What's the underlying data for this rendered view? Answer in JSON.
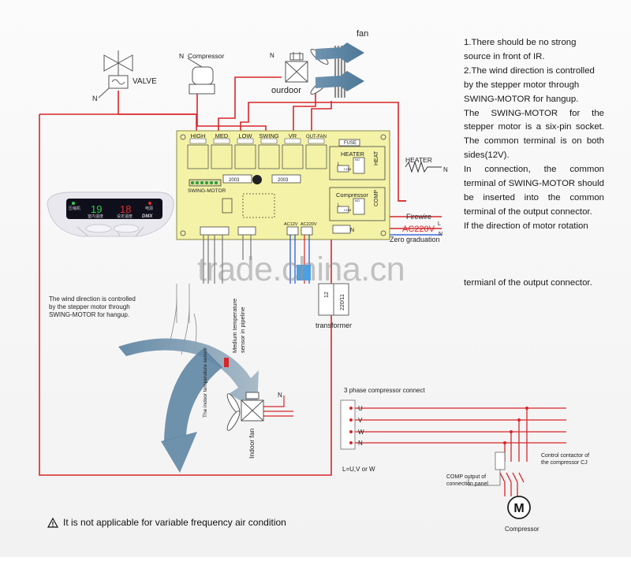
{
  "labels": {
    "fan": "fan",
    "compressor_top": "Compressor",
    "valve": "VALVE",
    "outdoor": "ourdoor",
    "n": "N",
    "heater": "HEATER",
    "firewire": "Firewire",
    "l": "L",
    "ac220v": "AC220V",
    "zero_graduation": "Zero graduation",
    "transformer": "transformer",
    "tr_12": "12",
    "tr_220": "220/11",
    "indoor_fan": "Indoor fan",
    "indoor_sensor": "The indoor temperature sensor",
    "pipeline_sensor_1": "Medium temperature",
    "pipeline_sensor_2": "sensor in pipeline",
    "wind_note_1": "The wind direction is controlled",
    "wind_note_2": "by the stepper motor through",
    "wind_note_3": "SWING-MOTOR for hangup.",
    "three_phase_title": "3 phase compressor connect",
    "u": "U",
    "v": "V",
    "w": "W",
    "l_uvw": "L=U,V or W",
    "contactor_1": "Control contactor of",
    "contactor_2": "the compressor CJ",
    "comp_output_1": "COMP output of",
    "comp_output_2": "connection panel",
    "motor_m": "M",
    "compressor_bottom": "Compressor",
    "watermark": "trade.china.cn",
    "warning": "It is not applicable for variable frequency air condition"
  },
  "board": {
    "relays": [
      "HIGH",
      "MED",
      "LOW",
      "SWING",
      "VR",
      "OUT-FAN"
    ],
    "fuse": "FUSE",
    "heater": "HEATER",
    "heat": "HEAT",
    "compressor": "Compressor",
    "comp": "COMP",
    "swing_motor": "SWING-MOTOR",
    "chip": "2003",
    "ac12v": "AC12V",
    "ac220v": "AC220V",
    "l": "L",
    "com": "COM",
    "no": "NO",
    "n": "N"
  },
  "remote": {
    "display_left": "19",
    "display_right": "18",
    "text_1": "压缩机",
    "text_2": "室内温度",
    "text_3": "设定温度",
    "text_4": "电源",
    "brand": "DMX"
  },
  "notes": [
    "1.There should be no strong source in front of IR.",
    "2.The wind direction is controlled by the stepper motor through SWING-MOTOR for hangup.",
    "The SWING-MOTOR for the stepper motor is a six-pin socket. The common terminal is on both sides(12V).",
    "In connection, the common terminal of SWING-MOTOR should be inserted into the common terminal of the output connector.",
    "If the direction of motor rotation",
    "termianl of the output connector."
  ],
  "colors": {
    "wire_red": "#d8262a",
    "wire_blue": "#1d4fd8",
    "board_yellow": "#f4f2a6",
    "arrow_blue": "#5a86a6",
    "indoor_arrow": "#7d98ae"
  }
}
